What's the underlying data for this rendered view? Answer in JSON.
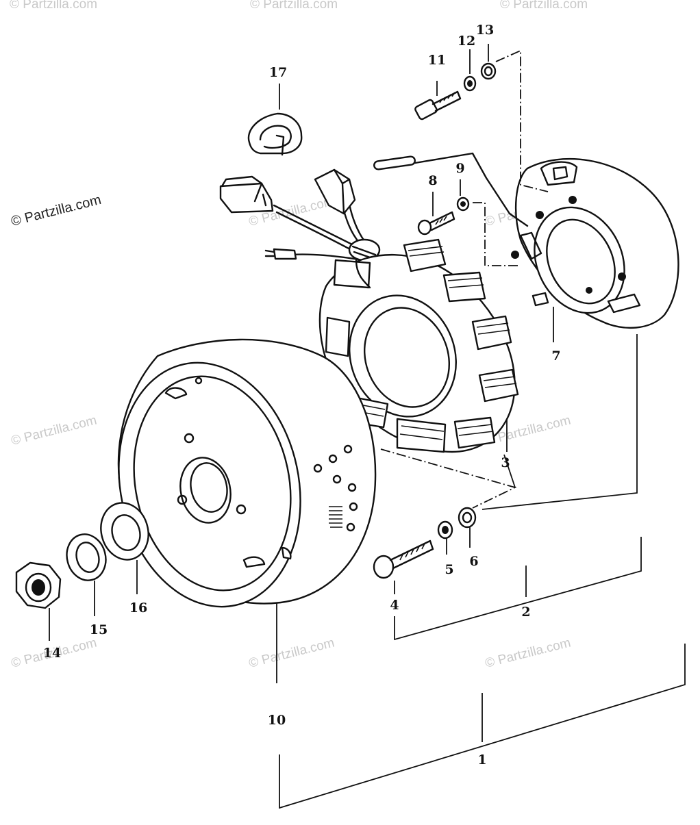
{
  "watermark": {
    "text": "© Partzilla.com",
    "brand_color": "#c9c9c9"
  },
  "callouts": {
    "c1": "1",
    "c2": "2",
    "c3": "3",
    "c4": "4",
    "c5": "5",
    "c6": "6",
    "c7": "7",
    "c8": "8",
    "c9": "9",
    "c10": "10",
    "c11": "11",
    "c12": "12",
    "c13": "13",
    "c14": "14",
    "c15": "15",
    "c16": "16",
    "c17": "17"
  }
}
